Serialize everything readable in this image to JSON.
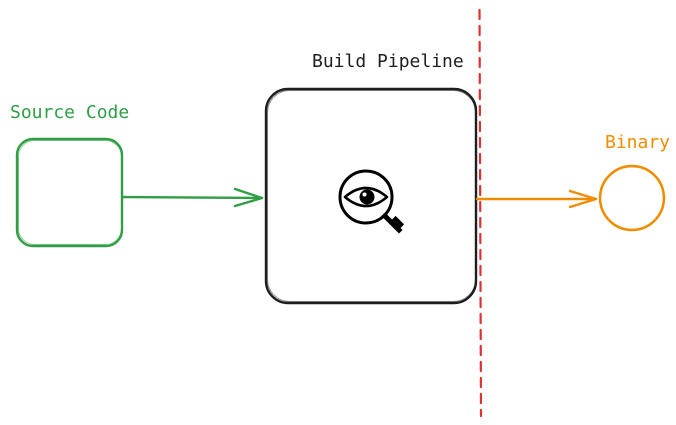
{
  "diagram": {
    "source": {
      "label": "Source Code",
      "color": "#2f9e44"
    },
    "pipeline": {
      "label": "Build Pipeline",
      "color": "#1e1e1e",
      "icon": "eye-magnifier-icon"
    },
    "output": {
      "label": "Binary",
      "color": "#f08c00"
    },
    "boundary_color": "#e03131"
  }
}
